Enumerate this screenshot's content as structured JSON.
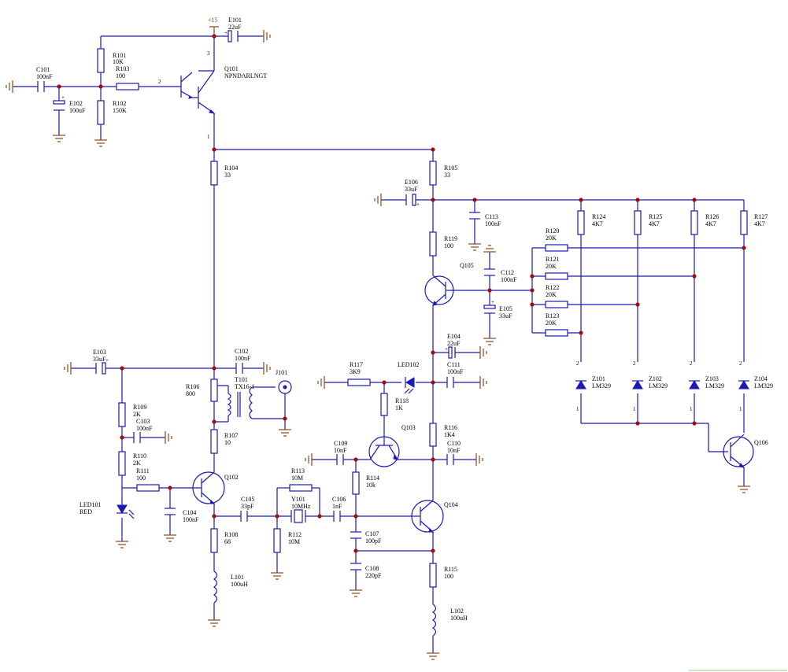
{
  "power_label": "+15",
  "components": {
    "E101": {
      "ref": "E101",
      "val": "22uF"
    },
    "R101": {
      "ref": "R101",
      "val": "10K"
    },
    "R103": {
      "ref": "R103",
      "val": "100"
    },
    "C101": {
      "ref": "C101",
      "val": "100nF"
    },
    "E102": {
      "ref": "E102",
      "val": "100uF"
    },
    "R102": {
      "ref": "R102",
      "val": "150K"
    },
    "Q101": {
      "ref": "Q101",
      "val": "NPNDARLNGT"
    },
    "R104": {
      "ref": "R104",
      "val": "33"
    },
    "R105": {
      "ref": "R105",
      "val": "33"
    },
    "E106": {
      "ref": "E106",
      "val": "33uF"
    },
    "C113": {
      "ref": "C113",
      "val": "100nF"
    },
    "R119": {
      "ref": "R119",
      "val": "100"
    },
    "Q105": {
      "ref": "Q105",
      "val": ""
    },
    "C112": {
      "ref": "C112",
      "val": "100nF"
    },
    "E105": {
      "ref": "E105",
      "val": "33uF"
    },
    "R120": {
      "ref": "R120",
      "val": "20K"
    },
    "R121": {
      "ref": "R121",
      "val": "20K"
    },
    "R122": {
      "ref": "R122",
      "val": "20K"
    },
    "R123": {
      "ref": "R123",
      "val": "20K"
    },
    "R124": {
      "ref": "R124",
      "val": "4K7"
    },
    "R125": {
      "ref": "R125",
      "val": "4K7"
    },
    "R126": {
      "ref": "R126",
      "val": "4K7"
    },
    "R127": {
      "ref": "R127",
      "val": "4K7"
    },
    "Z101": {
      "ref": "Z101",
      "val": "LM329"
    },
    "Z102": {
      "ref": "Z102",
      "val": "LM329"
    },
    "Z103": {
      "ref": "Z103",
      "val": "LM329"
    },
    "Z104": {
      "ref": "Z104",
      "val": "LM329"
    },
    "Q106": {
      "ref": "Q106",
      "val": ""
    },
    "E104": {
      "ref": "E104",
      "val": "22uF"
    },
    "E103": {
      "ref": "E103",
      "val": "33uF"
    },
    "C102": {
      "ref": "C102",
      "val": "100nF"
    },
    "J101": {
      "ref": "J101",
      "val": ""
    },
    "T101": {
      "ref": "T101",
      "val": "TX16-1"
    },
    "R106": {
      "ref": "R106",
      "val": "800"
    },
    "R109": {
      "ref": "R109",
      "val": "2K"
    },
    "C103": {
      "ref": "C103",
      "val": "100nF"
    },
    "R110": {
      "ref": "R110",
      "val": "2K"
    },
    "R111": {
      "ref": "R111",
      "val": "100"
    },
    "R107": {
      "ref": "R107",
      "val": "10"
    },
    "Q102": {
      "ref": "Q102",
      "val": ""
    },
    "LED101": {
      "ref": "LED101",
      "val": "RED"
    },
    "C104": {
      "ref": "C104",
      "val": "100nF"
    },
    "R117": {
      "ref": "R117",
      "val": "3K9"
    },
    "LED102": {
      "ref": "LED102",
      "val": ""
    },
    "C111": {
      "ref": "C111",
      "val": "100nF"
    },
    "R118": {
      "ref": "R118",
      "val": "1K"
    },
    "R116": {
      "ref": "R116",
      "val": "1K4"
    },
    "Q103": {
      "ref": "Q103",
      "val": ""
    },
    "C109": {
      "ref": "C109",
      "val": "10nF"
    },
    "C110": {
      "ref": "C110",
      "val": "10nF"
    },
    "R113": {
      "ref": "R113",
      "val": "10M"
    },
    "R114": {
      "ref": "R114",
      "val": "10k"
    },
    "C105": {
      "ref": "C105",
      "val": "33pF"
    },
    "Y101": {
      "ref": "Y101",
      "val": "10MHz"
    },
    "C106": {
      "ref": "C106",
      "val": "1nF"
    },
    "Q104": {
      "ref": "Q104",
      "val": ""
    },
    "R112": {
      "ref": "R112",
      "val": "10M"
    },
    "R108": {
      "ref": "R108",
      "val": "68"
    },
    "C107": {
      "ref": "C107",
      "val": "100pF"
    },
    "C108": {
      "ref": "C108",
      "val": "220pF"
    },
    "R115": {
      "ref": "R115",
      "val": "100"
    },
    "L101": {
      "ref": "L101",
      "val": "100uH"
    },
    "L102": {
      "ref": "L102",
      "val": "100uH"
    }
  },
  "pins": {
    "q101_base": "2",
    "q101_collector": "3",
    "q101_emitter": "1",
    "zener_anode": "2",
    "zener_cathode": "1",
    "plus": "+"
  },
  "colors": {
    "wire": "#1a1ab4",
    "junction": "#9b0f0f",
    "ground": "#8a4a1a",
    "text": "#000000"
  }
}
